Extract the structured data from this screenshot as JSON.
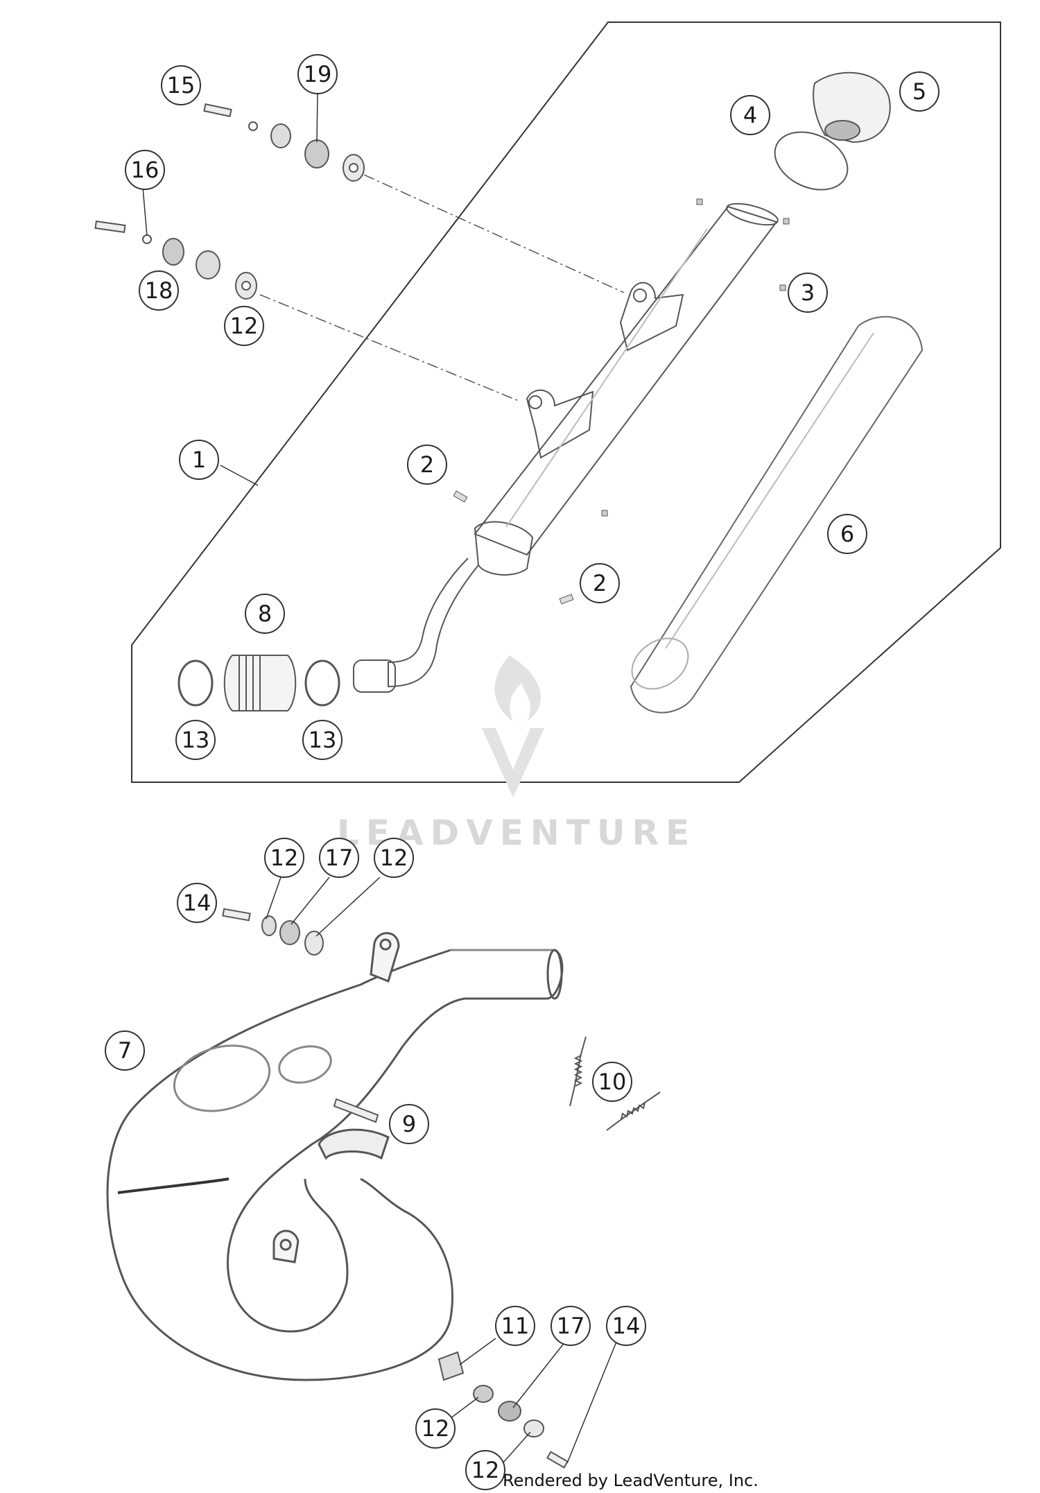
{
  "callouts": {
    "c1": "1",
    "c2a": "2",
    "c2b": "2",
    "c3": "3",
    "c4": "4",
    "c5": "5",
    "c6": "6",
    "c7": "7",
    "c8": "8",
    "c9": "9",
    "c10": "10",
    "c11": "11",
    "c12a": "12",
    "c12b": "12",
    "c12c": "12",
    "c12d": "12",
    "c12e": "12",
    "c13a": "13",
    "c13b": "13",
    "c14a": "14",
    "c14b": "14",
    "c15": "15",
    "c16": "16",
    "c17a": "17",
    "c17b": "17",
    "c18": "18",
    "c19": "19"
  },
  "watermark": {
    "text": "LEADVENTURE",
    "icon": "flame-v-logo"
  },
  "footer": {
    "credit": "Rendered by LeadVenture, Inc."
  },
  "colors": {
    "line": "#333333",
    "part_stroke": "#555555",
    "watermark": "#d8d8d8"
  }
}
